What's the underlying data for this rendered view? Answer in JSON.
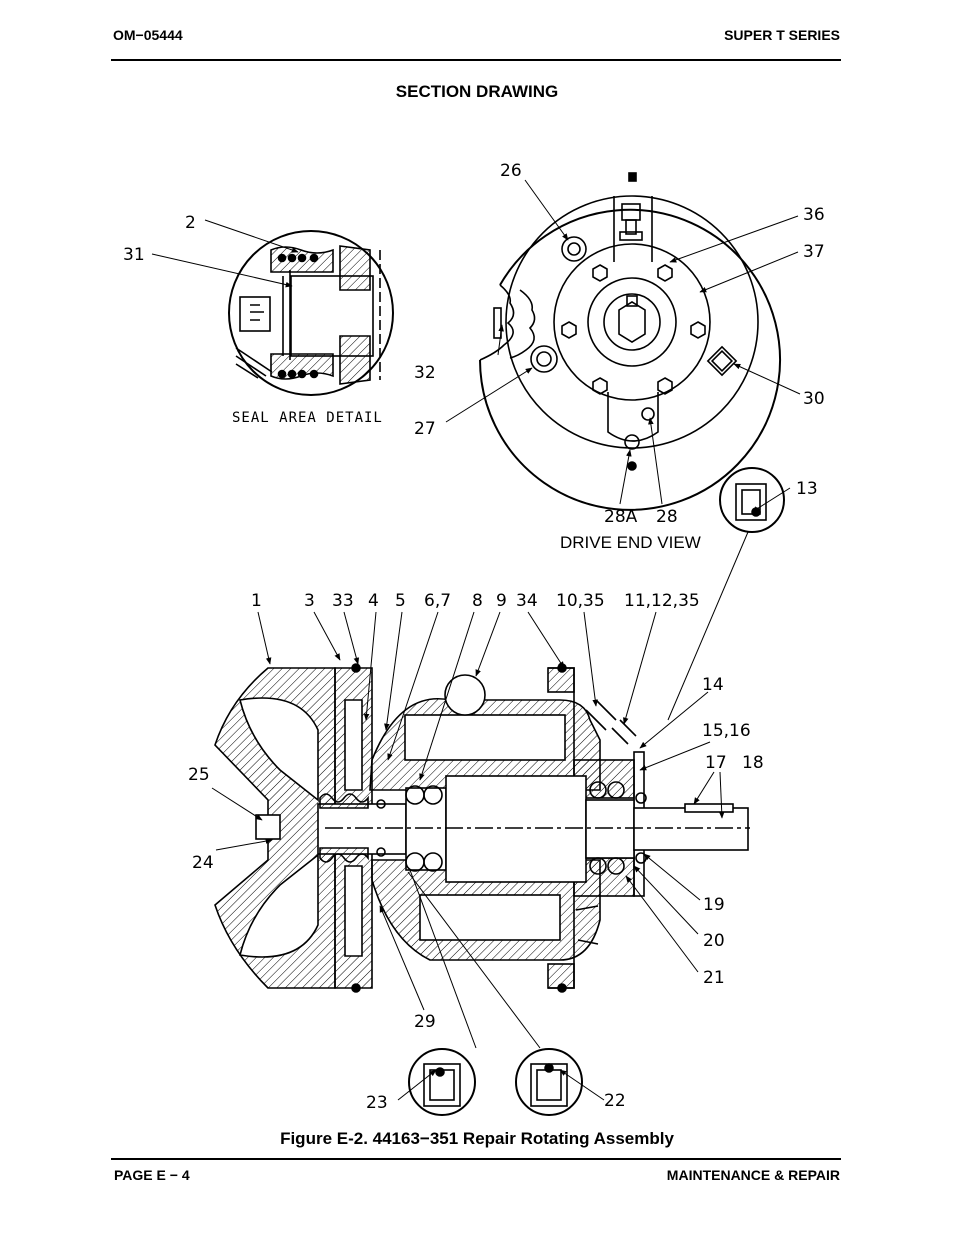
{
  "header": {
    "doc_number": "OM−05444",
    "series": "SUPER T SERIES"
  },
  "section_title": "SECTION DRAWING",
  "drawing": {
    "seal_detail_label": "SEAL AREA DETAIL",
    "drive_end_label": "DRIVE END VIEW",
    "callouts": {
      "c1": "1",
      "c2": "2",
      "c3": "3",
      "c33": "33",
      "c4": "4",
      "c5": "5",
      "c67": "6,7",
      "c8": "8",
      "c9": "9",
      "c34": "34",
      "c1035": "10,35",
      "c111235": "11,12,35",
      "c13": "13",
      "c14": "14",
      "c1516": "15,16",
      "c17": "17",
      "c18": "18",
      "c19": "19",
      "c20": "20",
      "c21": "21",
      "c22": "22",
      "c23": "23",
      "c24": "24",
      "c25": "25",
      "c26": "26",
      "c27": "27",
      "c28": "28",
      "c28a": "28A",
      "c29": "29",
      "c30": "30",
      "c31": "31",
      "c32": "32",
      "c36": "36",
      "c37": "37"
    }
  },
  "figure_caption": "Figure E-2. 44163−351 Repair Rotating Assembly",
  "footer": {
    "page": "PAGE E − 4",
    "section": "MAINTENANCE & REPAIR"
  }
}
